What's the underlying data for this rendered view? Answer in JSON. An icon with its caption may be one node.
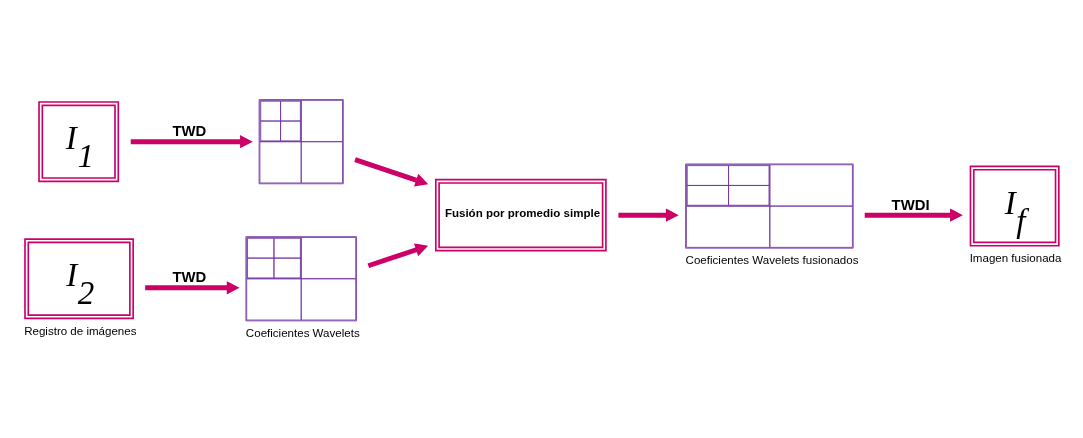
{
  "diagram": {
    "nodes": [
      {
        "text": [
          "I$_{1}$"
        ]
      },
      {
        "text": [
          "I$_{2}$"
        ],
        "beside": [
          "Registro de imágenes"
        ]
      },
      {
        "text": [],
        "shape": "box"
      },
      {
        "text": [],
        "shape": "box",
        "beside": [
          "Coeficientes Wavelets"
        ]
      },
      {
        "text": [
          "Fusión por promedio simple"
        ]
      },
      {
        "text": [],
        "shape": "box",
        "beside": [
          "Coeficientes Wavelets fusionados"
        ]
      },
      {
        "text": [
          "I$_{f}$"
        ],
        "beside": [
          "Imagen fusionada"
        ]
      }
    ],
    "edges": [
      {
        "from": 0,
        "to": 2,
        "arrow": "to",
        "label": "TWD"
      },
      {
        "from": 1,
        "to": 3,
        "arrow": "to",
        "label": "TWD"
      },
      {
        "from": 2,
        "to": 4,
        "arrow": "to"
      },
      {
        "from": 3,
        "to": 4,
        "arrow": "to"
      },
      {
        "from": 4,
        "to": 5,
        "arrow": "to"
      },
      {
        "from": 5,
        "to": 6,
        "arrow": "to",
        "label": "TWDI"
      }
    ]
  }
}
